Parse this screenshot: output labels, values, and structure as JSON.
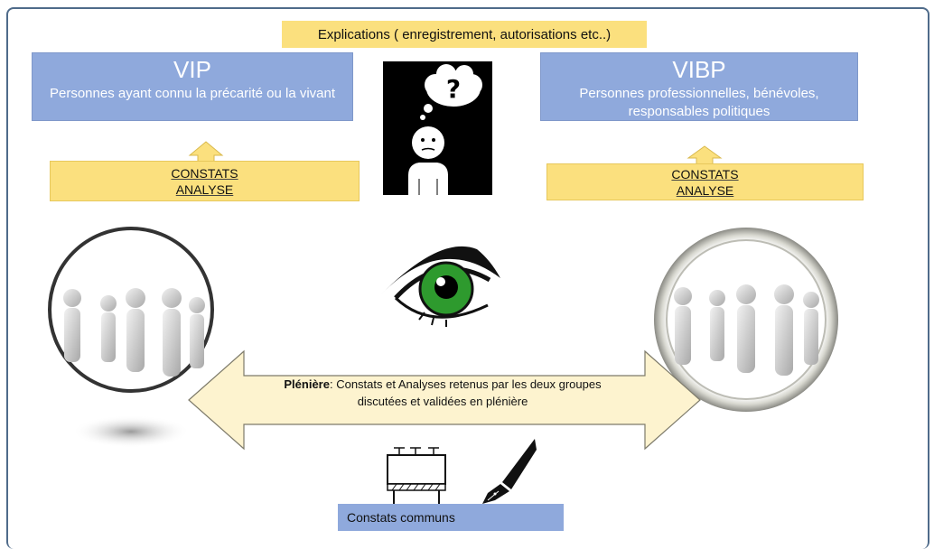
{
  "banner": {
    "text": "Explications ( enregistrement, autorisations etc..)"
  },
  "vip": {
    "title": "VIP",
    "subtitle": "Personnes ayant connu la précarité ou la vivant"
  },
  "vibp": {
    "title": "VIBP",
    "subtitle": "Personnes  professionnelles, bénévoles, responsables politiques"
  },
  "constats_left": {
    "line1": "CONSTATS",
    "line2": "ANALYSE"
  },
  "constats_right": {
    "line1": "CONSTATS",
    "line2": "ANALYSE"
  },
  "pleniere": {
    "label": "Plénière",
    "text_line1": ": Constats et Analyses retenus par les deux groupes",
    "text_line2": "discutées et validées en plénière"
  },
  "thinker": {
    "glyph": "?"
  },
  "constats_communs": {
    "text": "Constats communs"
  },
  "colors": {
    "blue_box": "#8fa9dc",
    "yellow_box": "#fbe07e",
    "arrow_fill": "#fdf3cf",
    "eye_iris": "#2e9a2e",
    "frame": "#4f6b8a"
  },
  "icons": [
    "thinking-person-icon",
    "eye-icon",
    "people-group-icon",
    "billboard-icon",
    "fountain-pen-icon"
  ]
}
